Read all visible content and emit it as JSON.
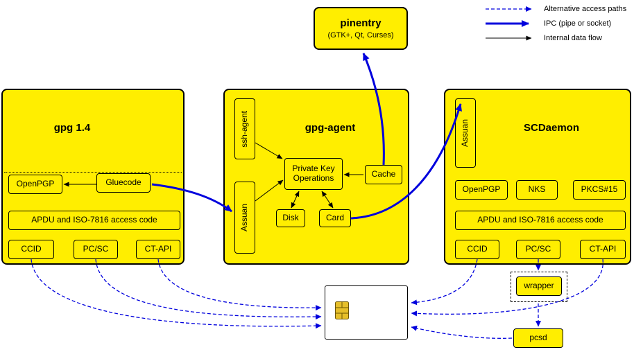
{
  "legend": {
    "alt_paths": "Alternative access paths",
    "ipc": "IPC (pipe or socket)",
    "internal": "Internal data flow"
  },
  "pinentry": {
    "title": "pinentry",
    "subtitle": "(GTK+, Qt, Curses)"
  },
  "gpg14": {
    "title": "gpg 1.4",
    "openpgp": "OpenPGP",
    "gluecode": "Gluecode",
    "apdu": "APDU and ISO-7816 access code",
    "ccid": "CCID",
    "pcsc": "PC/SC",
    "ctapi": "CT-API"
  },
  "gpg_agent": {
    "title": "gpg-agent",
    "ssh_agent": "ssh-agent",
    "assuan": "Assuan",
    "pko1": "Private Key",
    "pko2": "Operations",
    "cache": "Cache",
    "disk": "Disk",
    "card": "Card"
  },
  "scdaemon": {
    "title": "SCDaemon",
    "assuan": "Assuan",
    "openpgp": "OpenPGP",
    "nks": "NKS",
    "pkcs15": "PKCS#15",
    "apdu": "APDU and ISO-7816 access code",
    "ccid": "CCID",
    "pcsc": "PC/SC",
    "ctapi": "CT-API"
  },
  "wrapper": "wrapper",
  "pcsd": "pcsd",
  "colors": {
    "box_yellow": "#ffee00",
    "arrow_blue": "#0000dd",
    "line_black": "#000000"
  }
}
